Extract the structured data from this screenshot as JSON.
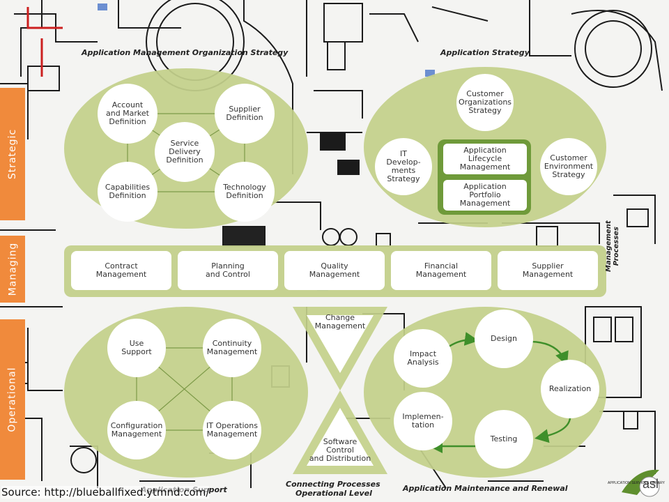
{
  "captions": {
    "app_mgmt_org_strategy": "Application Management Organization Strategy",
    "app_strategy": "Application Strategy",
    "application_support": "Application Support",
    "connecting_processes": "Connecting Processes",
    "operational_level": "Operational Level",
    "app_maintenance_renewal": "Application Maintenance and Renewal",
    "management_processes": "Management\nProcesses"
  },
  "side_tabs": {
    "strategic": "Strategic",
    "managing": "Managing",
    "operational": "Operational"
  },
  "org_strategy_nodes": {
    "account_market": "Account\nand Market\nDefinition",
    "supplier_def": "Supplier\nDefinition",
    "service_delivery": "Service\nDelivery\nDefinition",
    "capabilities": "Capabilities\nDefinition",
    "technology": "Technology\nDefinition"
  },
  "app_strategy_nodes": {
    "customer_org": "Customer\nOrganizations\nStrategy",
    "it_development": "IT\nDevelop-\nments\nStrategy",
    "customer_env": "Customer\nEnvironment\nStrategy",
    "lifecycle": "Application\nLifecycle\nManagement",
    "portfolio": "Application\nPortfolio\nManagement"
  },
  "management_processes": [
    "Contract\nManagement",
    "Planning\nand Control",
    "Quality\nManagement",
    "Financial\nManagement",
    "Supplier\nManagement"
  ],
  "support_nodes": {
    "use_support": "Use\nSupport",
    "continuity": "Continuity\nManagement",
    "configuration": "Configuration\nManagement",
    "it_operations": "IT Operations\nManagement"
  },
  "connecting": {
    "change": "Change\nManagement",
    "software": "Software\nControl\nand Distribution"
  },
  "maintenance_nodes": {
    "impact": "Impact\nAnalysis",
    "design": "Design",
    "realization": "Realization",
    "testing": "Testing",
    "implementation": "Implemen-\ntation"
  },
  "source": "Source: http://blueballfixed.ytmnd.com/",
  "logo_text": "asl",
  "logo_caption": "APPLICATION SERVICES LIBRARY",
  "colors": {
    "blob": "#c3d08b",
    "accent_green": "#6f9a3a",
    "side_tab": "#f08a3c"
  }
}
